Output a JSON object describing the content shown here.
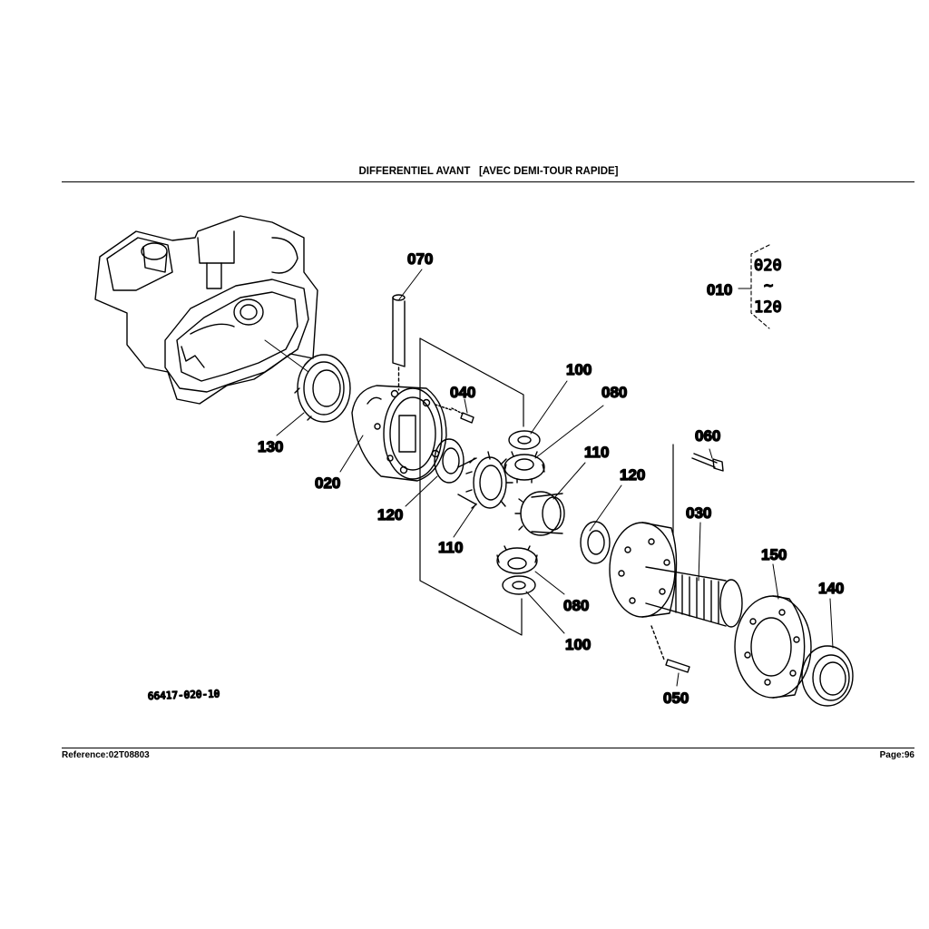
{
  "header": {
    "title": "DIFFERENTIEL AVANT   [AVEC DEMI-TOUR RAPIDE]"
  },
  "diagram": {
    "drawing_number": "66417-020-10",
    "assembly_inset": {
      "assembly": "010",
      "range_start": "020",
      "range_end": "120",
      "tilde": "~"
    },
    "callouts": {
      "c070": "070",
      "c040": "040",
      "c100_top": "100",
      "c080_top": "080",
      "c110_right": "110",
      "c120_right": "120",
      "c060": "060",
      "c030": "030",
      "c150": "150",
      "c140": "140",
      "c130": "130",
      "c020": "020",
      "c120_left": "120",
      "c110_left": "110",
      "c080_bottom": "080",
      "c100_bottom": "100",
      "c050": "050"
    }
  },
  "footer": {
    "reference": "Reference:02T08803",
    "page": "Page:96"
  }
}
